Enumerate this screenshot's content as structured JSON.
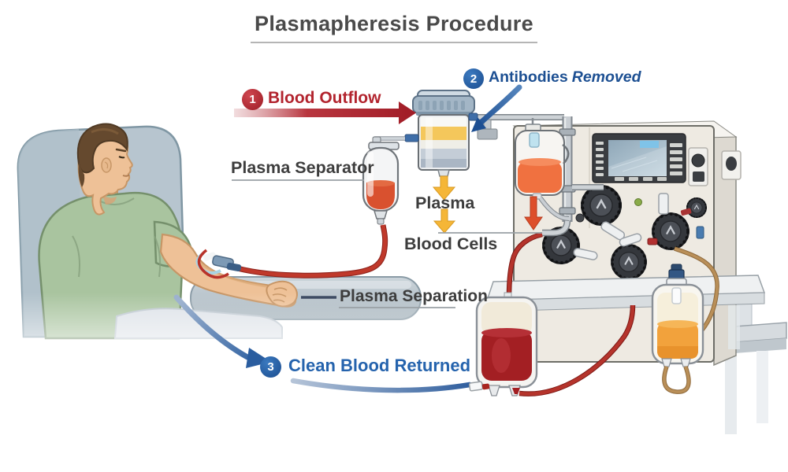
{
  "title": {
    "text": "Plasmapheresis Procedure"
  },
  "steps": {
    "one": {
      "number": "1",
      "label": "Blood Outflow"
    },
    "two": {
      "number": "2",
      "label_prefix": "Antibodies",
      "label_emphasis": "Removed"
    },
    "three": {
      "number": "3",
      "label": "Clean Blood Returned"
    }
  },
  "labels": {
    "plasma_separator": "Plasma Separator",
    "plasma": "Plasma",
    "blood_cells": "Blood Cells",
    "plasma_separation": "Plasma Separation"
  },
  "colors": {
    "step_red": "#b2242e",
    "step_blue": "#2061ae",
    "label_gray": "#3d3d3d",
    "plasma_yellow": "#f5b637",
    "blood_red": "#b5342c",
    "plasma_orange": "#f2a23c",
    "title_gray": "#4a4a4a"
  }
}
